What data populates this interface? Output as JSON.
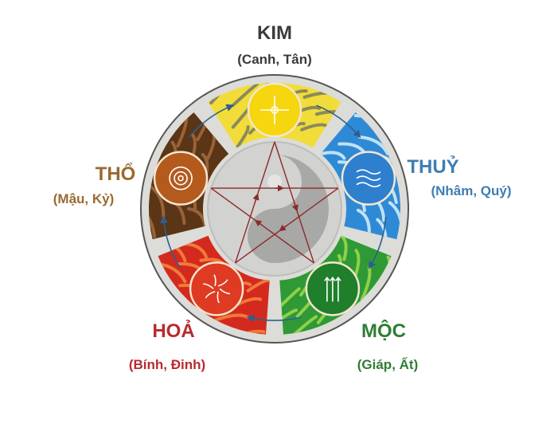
{
  "elements": [
    {
      "id": "kim",
      "name": "KIM",
      "stems": "(Canh, Tân)",
      "label_color": "#3a3a3a",
      "fill": "#f2dc3a",
      "icon_fill": "#f5d60f",
      "pattern": "#8a8a5a",
      "icon": "sparkle-icon"
    },
    {
      "id": "thuy",
      "name": "THUỶ",
      "stems": "(Nhâm, Quý)",
      "label_color": "#3f7db2",
      "fill": "#2f8ad6",
      "icon_fill": "#2f7fcf",
      "pattern": "#bfe2f6",
      "icon": "waves-icon"
    },
    {
      "id": "moc",
      "name": "MỘC",
      "stems": "(Giáp, Ất)",
      "label_color": "#2f7d34",
      "fill": "#2f9a35",
      "icon_fill": "#1f7f2a",
      "pattern": "#8fd04a",
      "icon": "upward-arrows-icon"
    },
    {
      "id": "hoa",
      "name": "HOẢ",
      "stems": "(Bính, Đinh)",
      "label_color": "#b92a2c",
      "fill": "#d42a1e",
      "icon_fill": "#de3b22",
      "pattern": "#f07a3a",
      "icon": "radiating-arrows-icon"
    },
    {
      "id": "tho",
      "name": "THỔ",
      "stems": "(Mậu, Kỷ)",
      "label_color": "#9a6a30",
      "fill": "#5a3516",
      "icon_fill": "#b45a1c",
      "pattern": "#9a6238",
      "icon": "spiral-icon"
    }
  ],
  "colors": {
    "star": "#8b2a2a",
    "cycle_arrow": "#2d5f8f",
    "ring": "#dcdcd8",
    "outline": "#555555",
    "center": "#d2d2d0",
    "yinyang": "#a8a8a6"
  }
}
